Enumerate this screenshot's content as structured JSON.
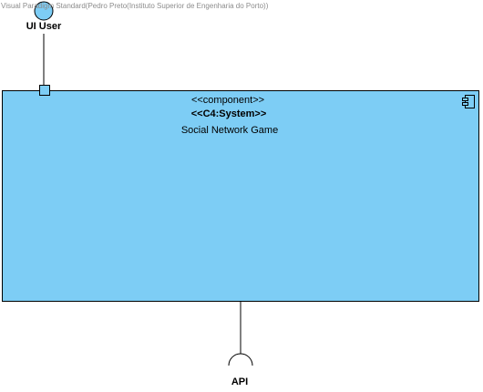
{
  "watermark": "Visual Paradigm Standard(Pedro Preto(Instituto Superior de Engenharia do Porto))",
  "actor": {
    "label": "UI User"
  },
  "component": {
    "stereotype_1": "<<component>>",
    "stereotype_2": "<<C4:System>>",
    "name": "Social Network Game",
    "icon": "component-icon"
  },
  "interface": {
    "label": "API"
  },
  "colors": {
    "component_fill": "#7dcdf5",
    "actor_fill": "#7dcdf5",
    "port_fill": "#7dcdf5",
    "stroke": "#000000",
    "watermark": "#8c8c8c"
  }
}
